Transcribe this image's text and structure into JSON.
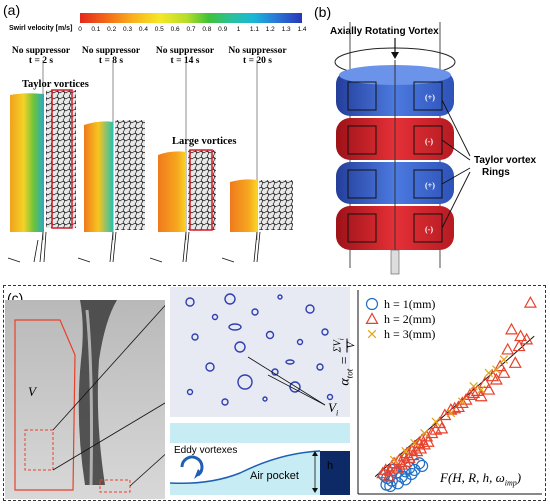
{
  "panels": {
    "a": "(a)",
    "b": "(b)",
    "c": "(c)"
  },
  "panel_a": {
    "colorbar_label": "Swirl velocity [m/s]",
    "colorbar_ticks": [
      "0",
      "0.1",
      "0.2",
      "0.3",
      "0.4",
      "0.5",
      "0.6",
      "0.7",
      "0.8",
      "0.9",
      "1",
      "1.1",
      "1.2",
      "1.3",
      "1.4"
    ],
    "frames": [
      {
        "title": "No suppressor",
        "time": "t = 2 s"
      },
      {
        "title": "No suppressor",
        "time": "t = 8 s"
      },
      {
        "title": "No suppressor",
        "time": "t = 14 s"
      },
      {
        "title": "No suppressor",
        "time": "t = 20 s"
      }
    ],
    "annotation_taylor": "Taylor vortices",
    "annotation_large": "Large vortices"
  },
  "panel_b": {
    "title": "Axially Rotating Vortex",
    "signs": [
      "(+)",
      "(-)",
      "(+)",
      "(-)"
    ],
    "label_line1": "Taylor vortex",
    "label_line2": "Rings"
  },
  "panel_c": {
    "volume_label": "V",
    "bubble_label": "V",
    "bubble_sub": "i",
    "eddy_label": "Eddy vortexes",
    "air_label": "Air pocket",
    "h_label": "h",
    "ylabel_alpha": "α",
    "ylabel_sub": "tot",
    "ylabel_eq": "=",
    "ylabel_num": "ΣV",
    "ylabel_num_sub": "i",
    "ylabel_den": "V",
    "xlabel": "F(H, R, h, ω",
    "xlabel_sub": "imp",
    "xlabel_close": ")",
    "legend": [
      {
        "marker": "circle",
        "color": "#1f6fc6",
        "label": "h = 1(mm)"
      },
      {
        "marker": "triangle",
        "color": "#e8412b",
        "label": "h = 2(mm)"
      },
      {
        "marker": "x",
        "color": "#e0a21a",
        "label": "h = 3(mm)"
      }
    ]
  },
  "colors": {
    "blue_cell": "#3a62c9",
    "red_cell": "#d9232c",
    "accent_red": "#e8412b"
  },
  "chart_data": {
    "type": "scatter",
    "xlabel": "F(H, R, h, ω_imp)",
    "ylabel": "α_tot = ΣV_i / V",
    "series": [
      {
        "name": "h = 1(mm)",
        "points": [
          [
            0.32,
            0.22
          ],
          [
            0.36,
            0.18
          ],
          [
            0.42,
            0.14
          ],
          [
            0.44,
            0.3
          ],
          [
            0.48,
            0.26
          ],
          [
            0.5,
            0.1
          ],
          [
            0.55,
            0.2
          ],
          [
            0.6,
            0.28
          ],
          [
            0.6,
            0.16
          ],
          [
            0.65,
            0.33
          ],
          [
            0.68,
            0.24
          ],
          [
            0.72,
            0.3
          ],
          [
            0.78,
            0.4
          ],
          [
            0.82,
            0.36
          ],
          [
            0.35,
            0.08
          ],
          [
            0.4,
            0.06
          ]
        ]
      },
      {
        "name": "h = 2(mm)",
        "points": [
          [
            0.3,
            0.25
          ],
          [
            0.34,
            0.3
          ],
          [
            0.38,
            0.2
          ],
          [
            0.4,
            0.28
          ],
          [
            0.42,
            0.35
          ],
          [
            0.45,
            0.4
          ],
          [
            0.5,
            0.32
          ],
          [
            0.52,
            0.45
          ],
          [
            0.55,
            0.38
          ],
          [
            0.58,
            0.5
          ],
          [
            0.6,
            0.42
          ],
          [
            0.62,
            0.55
          ],
          [
            0.65,
            0.48
          ],
          [
            0.68,
            0.6
          ],
          [
            0.7,
            0.52
          ],
          [
            0.72,
            0.65
          ],
          [
            0.75,
            0.58
          ],
          [
            0.78,
            0.7
          ],
          [
            0.8,
            0.62
          ],
          [
            0.82,
            0.75
          ],
          [
            0.85,
            0.68
          ],
          [
            0.88,
            0.8
          ],
          [
            0.9,
            0.72
          ],
          [
            0.95,
            0.85
          ],
          [
            1.0,
            0.9
          ],
          [
            1.05,
            1.0
          ],
          [
            1.08,
            0.92
          ],
          [
            1.12,
            1.12
          ],
          [
            1.2,
            1.2
          ],
          [
            1.25,
            1.22
          ],
          [
            1.3,
            1.24
          ],
          [
            1.35,
            1.3
          ],
          [
            1.4,
            1.35
          ],
          [
            1.45,
            1.42
          ],
          [
            1.5,
            1.45
          ],
          [
            1.55,
            1.48
          ],
          [
            1.6,
            1.4
          ],
          [
            1.65,
            1.6
          ],
          [
            1.7,
            1.5
          ],
          [
            1.75,
            1.7
          ],
          [
            1.8,
            1.65
          ],
          [
            1.85,
            1.85
          ],
          [
            1.9,
            1.75
          ],
          [
            1.95,
            2.1
          ],
          [
            2.0,
            2.4
          ],
          [
            2.05,
            1.9
          ],
          [
            2.1,
            2.15
          ],
          [
            2.12,
            2.3
          ],
          [
            2.2,
            2.25
          ],
          [
            2.25,
            2.8
          ]
        ]
      },
      {
        "name": "h = 3(mm)",
        "points": [
          [
            0.45,
            0.45
          ],
          [
            0.6,
            0.58
          ],
          [
            0.72,
            0.7
          ],
          [
            0.85,
            0.85
          ],
          [
            1.0,
            1.02
          ],
          [
            1.2,
            1.15
          ],
          [
            1.35,
            1.32
          ],
          [
            1.5,
            1.55
          ],
          [
            1.6,
            1.5
          ],
          [
            1.7,
            1.75
          ],
          [
            1.8,
            1.8
          ],
          [
            1.9,
            1.95
          ]
        ]
      }
    ],
    "fit_line": [
      [
        0.2,
        0.2
      ],
      [
        2.3,
        2.3
      ]
    ]
  }
}
